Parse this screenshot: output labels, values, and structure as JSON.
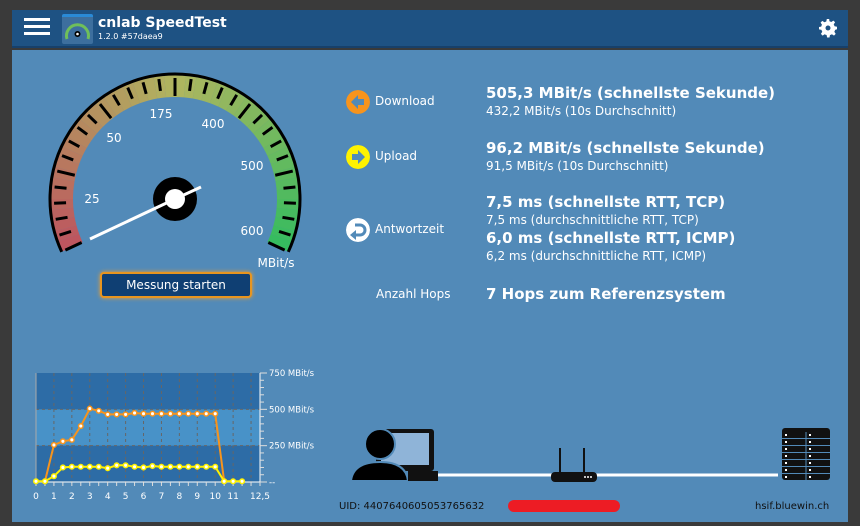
{
  "header": {
    "title": "cnlab SpeedTest",
    "version": "1.2.0 #57daea9"
  },
  "gauge": {
    "labels": [
      "25",
      "50",
      "175",
      "400",
      "500",
      "600"
    ],
    "unit": "MBit/s",
    "needle_value": 0
  },
  "start_button": "Messung starten",
  "results": {
    "download": {
      "label": "Download",
      "fastest": "505,3 MBit/s (schnellste Sekunde)",
      "average": "432,2 MBit/s (10s Durchschnitt)"
    },
    "upload": {
      "label": "Upload",
      "fastest": "96,2 MBit/s (schnellste Sekunde)",
      "average": "91,5 MBit/s (10s Durchschnitt)"
    },
    "latency": {
      "label": "Antwortzeit",
      "tcp_fastest": "7,5 ms (schnellste RTT, TCP)",
      "tcp_avg": "7,5 ms (durchschnittliche RTT, TCP)",
      "icmp_fastest": "6,0 ms (schnellste RTT, ICMP)",
      "icmp_avg": "6,2 ms (durchschnittliche RTT, ICMP)"
    },
    "hops": {
      "label": "Anzahl Hops",
      "value": "7 Hops zum Referenzsystem"
    }
  },
  "colors": {
    "download": "#f7941d",
    "upload": "#fff200",
    "header": "#1e5283",
    "background": "#528ab8"
  },
  "chart_data": {
    "type": "line",
    "xlim": [
      0,
      12.5
    ],
    "ylim": [
      0,
      750
    ],
    "x_ticks": [
      "0",
      "1",
      "2",
      "3",
      "4",
      "5",
      "6",
      "7",
      "8",
      "9",
      "10",
      "11",
      "12,5"
    ],
    "y_ticks": [
      "750 MBit/s",
      "500 MBit/s",
      "250 MBit/s",
      "--"
    ],
    "series": [
      {
        "name": "Download",
        "color": "#f7941d",
        "x": [
          0.5,
          1,
          1.5,
          2,
          2.5,
          3,
          3.5,
          4,
          4.5,
          5,
          5.5,
          6,
          6.5,
          7,
          7.5,
          8,
          8.5,
          9,
          9.5,
          10,
          10.5
        ],
        "values": [
          5,
          255,
          280,
          290,
          385,
          505,
          490,
          465,
          465,
          465,
          475,
          470,
          470,
          470,
          470,
          470,
          470,
          470,
          470,
          470,
          5
        ]
      },
      {
        "name": "Upload",
        "color": "#fff200",
        "x": [
          0,
          0.5,
          1,
          1.5,
          2,
          2.5,
          3,
          3.5,
          4,
          4.5,
          5,
          5.5,
          6,
          6.5,
          7,
          7.5,
          8,
          8.5,
          9,
          9.5,
          10,
          10.5,
          11,
          11.5
        ],
        "values": [
          5,
          5,
          40,
          100,
          105,
          105,
          105,
          105,
          95,
          115,
          115,
          105,
          100,
          110,
          105,
          105,
          105,
          105,
          105,
          105,
          105,
          5,
          5,
          5
        ]
      }
    ]
  },
  "network": {
    "uid": "UID: 4407640605053765632",
    "host": "hsif.bluewin.ch"
  }
}
